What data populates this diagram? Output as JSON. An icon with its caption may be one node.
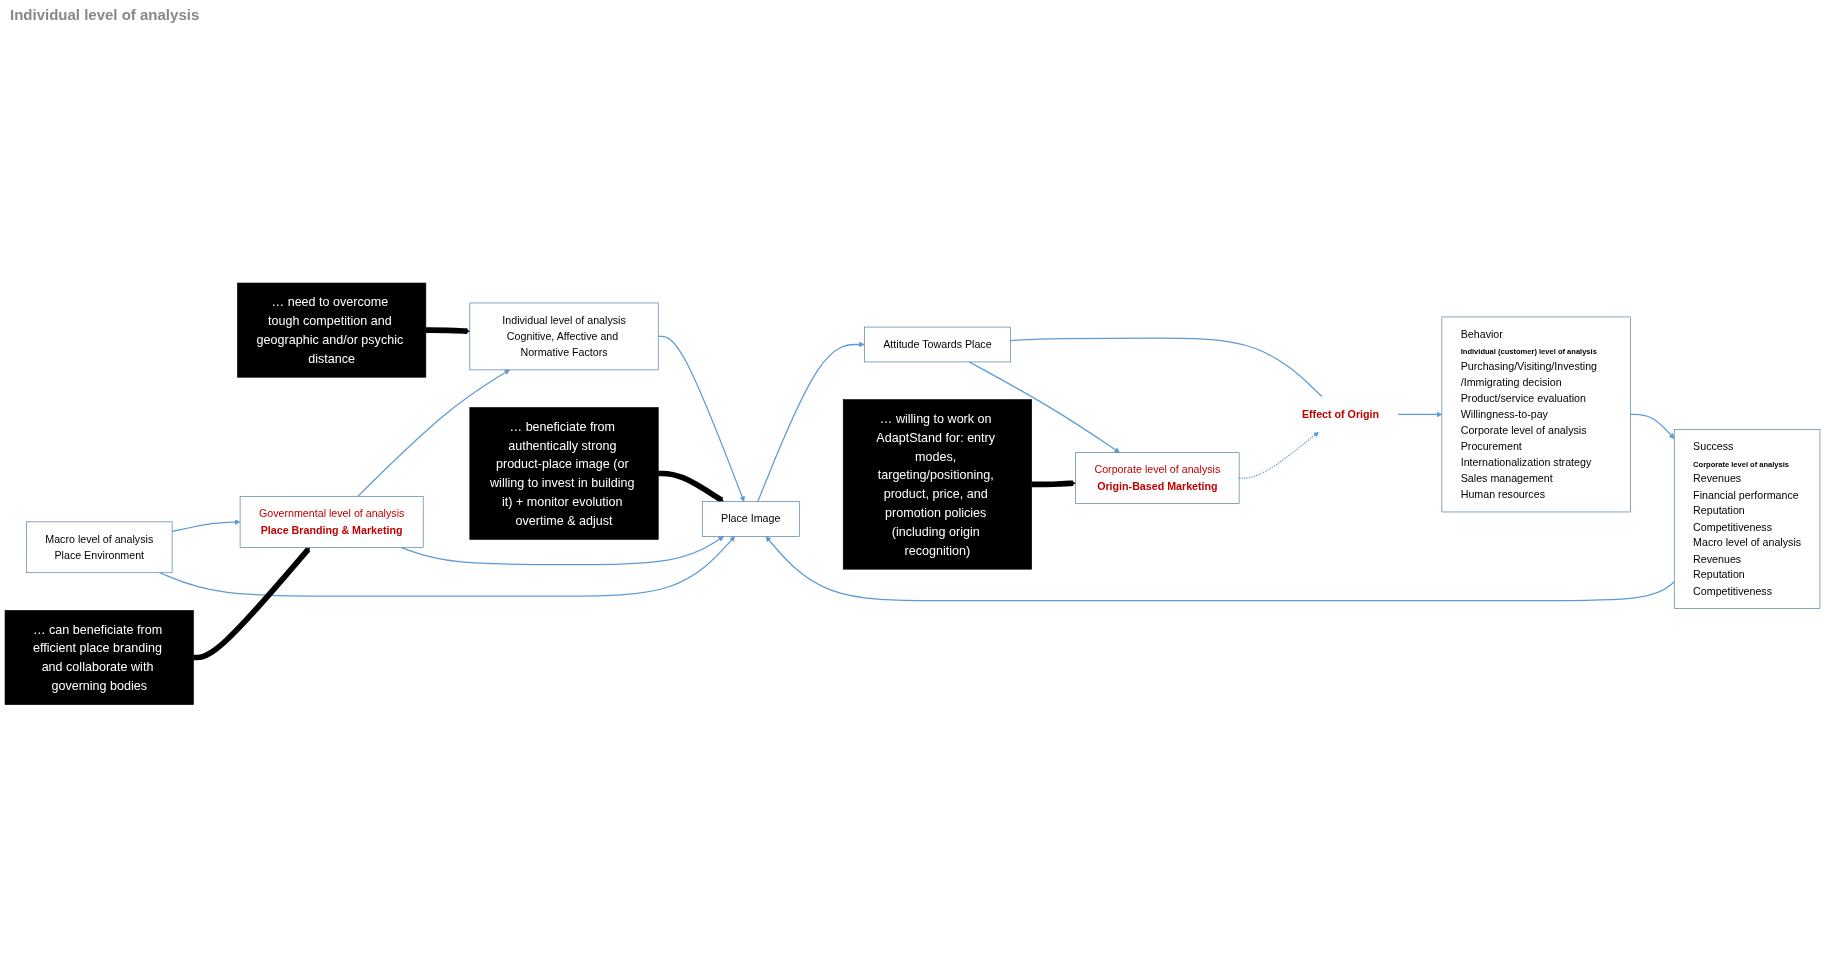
{
  "diagram": {
    "nodes": [
      {
        "text": [
          "Individual level of analysis",
          "Cognitive, Affective and Normative Factors"
        ]
      },
      {
        "text": [
          "Governmental level of analysis",
          "Place Branding & Marketing"
        ]
      },
      {
        "text": [
          "Macro level of analysis",
          "Place Environment"
        ]
      },
      {
        "text": [
          "Place Image"
        ]
      },
      {
        "text": [
          "Attitude Towards Place"
        ]
      },
      {
        "text": [
          "Effect of Origin"
        ]
      },
      {
        "text": [
          "Behavior",
          "Individual (customer) level of analysis",
          "Purchasing/Visiting/Investing /Immigrating decision",
          "Product/service evaluation",
          "Willingness-to-pay",
          "Corporate level of analysis",
          "Procurement",
          "Internationalization strategy",
          "Sales management",
          "Human resources"
        ]
      },
      {
        "text": [
          "Success",
          "Corporate level of analysis",
          "Revenues",
          "Financial performance",
          "Reputation",
          "Competitiveness",
          "Macro level of analysis",
          "Revenues",
          "Reputation",
          "Competitiveness"
        ]
      },
      {
        "text": [
          "Corporate level of analysis",
          "Origin-Based Marketing"
        ]
      },
      {
        "text": [
          "… need to overcome tough competition and geographic and/or psychic distance"
        ]
      },
      {
        "text": [
          "… can beneficiate from efficient place branding and collaborate with governing bodies"
        ]
      },
      {
        "text": [
          "… beneficiate from authentically strong product-place image (or willing to invest in building it) + monitor evolution overtime & adjust"
        ]
      },
      {
        "text": [
          "… willing to work on AdaptStand for: entry modes, targeting/positioning, product, price, and promotion policies (including origin recognition)"
        ]
      }
    ],
    "edges": [
      {
        "from": 1,
        "to": 0,
        "arrow": "to"
      },
      {
        "from": 2,
        "to": 1,
        "arrow": "to"
      },
      {
        "from": 0,
        "to": 3,
        "arrow": "to"
      },
      {
        "from": 1,
        "to": 3,
        "arrow": "to"
      },
      {
        "from": 2,
        "to": 3,
        "arrow": "to"
      },
      {
        "from": 3,
        "to": 4,
        "arrow": "to"
      },
      {
        "from": 4,
        "to": 5,
        "arrow": "none"
      },
      {
        "from": 5,
        "to": 6,
        "arrow": "to"
      },
      {
        "from": 6,
        "to": 7,
        "arrow": "to"
      },
      {
        "from": 7,
        "to": 3,
        "arrow": "to"
      },
      {
        "from": 4,
        "to": 8,
        "arrow": "to"
      },
      {
        "from": 8,
        "to": 5,
        "arrow": "to",
        "style": "dashed"
      },
      {
        "from": 9,
        "to": 0,
        "arrow": "to",
        "style": "thick",
        "color": "#000000"
      },
      {
        "from": 10,
        "to": 1,
        "arrow": "to",
        "style": "thick",
        "color": "#000000"
      },
      {
        "from": 11,
        "to": 3,
        "arrow": "to",
        "style": "thick",
        "color": "#000000"
      },
      {
        "from": 12,
        "to": 8,
        "arrow": "to",
        "style": "thick",
        "color": "#000000"
      }
    ],
    "labels": [
      "Individual level of analysis"
    ]
  }
}
